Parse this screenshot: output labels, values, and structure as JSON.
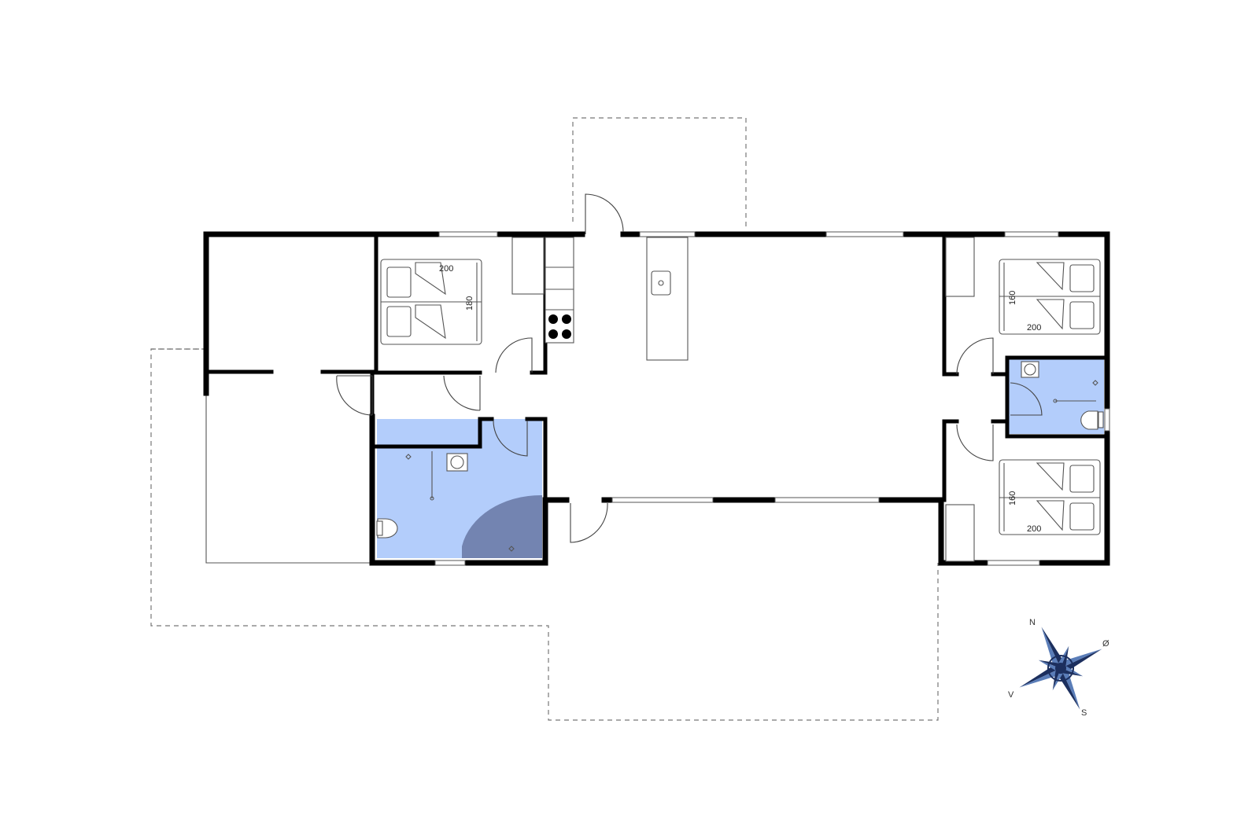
{
  "colors": {
    "bathroom": "#b3cdfb",
    "shower": "#7384b1",
    "compass_dark": "#1c2f5e",
    "compass_light": "#5a7db8"
  },
  "icons": [
    "compass-rose-icon",
    "sink-icon",
    "stove-icon",
    "toilet-icon",
    "washbasin-icon",
    "bed-icon"
  ],
  "dimensions": {
    "bedroom_1_length": "200",
    "bedroom_1_width": "180",
    "bedroom_2_length": "200",
    "bedroom_2_width": "160",
    "bedroom_3_length": "200",
    "bedroom_3_width": "160"
  },
  "compass": {
    "north": "N",
    "east": "Ø",
    "south": "S",
    "west": "V"
  }
}
